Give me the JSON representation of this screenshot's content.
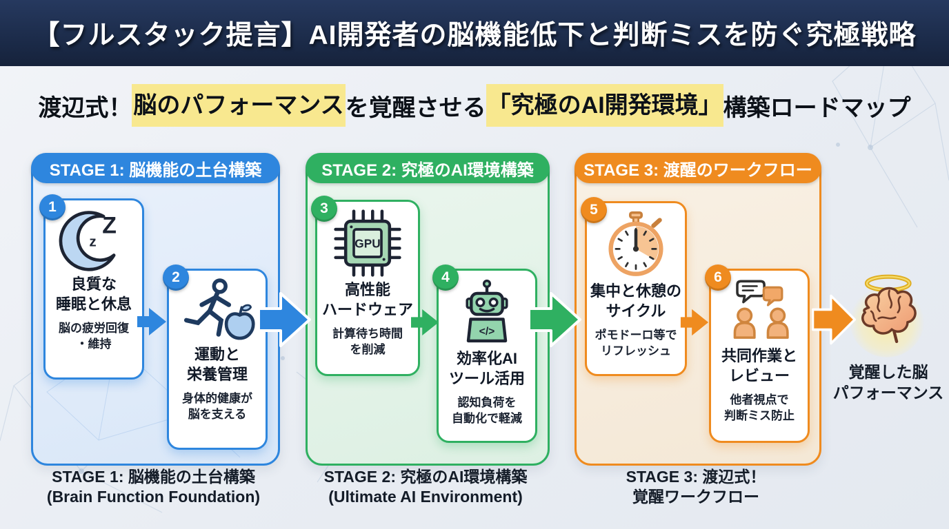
{
  "header": {
    "title": "【フルスタック提言】AI開発者の脳機能低下と判断ミスを防ぐ究極戦略"
  },
  "subtitle": {
    "prefix": "渡辺式！",
    "highlight1": "脳のパフォーマンス",
    "middle": "を覚醒させる",
    "highlight2": "「究極のAI開発環境」",
    "suffix": "構築ロードマップ"
  },
  "colors": {
    "header_bg": "#1a2946",
    "stage1_blue": "#2e86de",
    "stage2_green": "#2fb061",
    "stage3_orange": "#ef8b1f",
    "highlight_yellow": "#f8e88f"
  },
  "stages": [
    {
      "header": "STAGE 1: 脳機能の土台構築",
      "footer_line1": "STAGE 1: 脳機能の土台構築",
      "footer_line2": "(Brain Function Foundation)",
      "cards": [
        {
          "number": "1",
          "icon": "crescent-moon-sleep-icon",
          "zz_small": "z",
          "zz_large": "Z",
          "title_line1": "良質な",
          "title_line2": "睡眠と休息",
          "desc_line1": "脳の疲労回復",
          "desc_line2": "・維持"
        },
        {
          "number": "2",
          "icon": "runner-apple-icon",
          "title_line1": "運動と",
          "title_line2": "栄養管理",
          "desc_line1": "身体的健康が",
          "desc_line2": "脳を支える"
        }
      ]
    },
    {
      "header": "STAGE 2: 究極のAI環境構築",
      "footer_line1": "STAGE 2: 究極のAI環境構築",
      "footer_line2": "(Ultimate AI Environment)",
      "cards": [
        {
          "number": "3",
          "icon": "gpu-chip-icon",
          "chip_label": "GPU",
          "title_line1": "高性能",
          "title_line2": "ハードウェア",
          "desc_line1": "計算待ち時間",
          "desc_line2": "を削減"
        },
        {
          "number": "4",
          "icon": "ai-robot-icon",
          "chest_label": "</>",
          "title_line1": "効率化AI",
          "title_line2": "ツール活用",
          "desc_line1": "認知負荷を",
          "desc_line2": "自動化で軽減"
        }
      ]
    },
    {
      "header": "STAGE 3: 渡醒のワークフロー",
      "footer_line1": "STAGE 3: 渡辺式！",
      "footer_line2": "覚醒ワークフロー",
      "cards": [
        {
          "number": "5",
          "icon": "stopwatch-icon",
          "title_line1": "集中と休憩の",
          "title_line2": "サイクル",
          "desc_line1": "ポモドーロ等で",
          "desc_line2": "リフレッシュ"
        },
        {
          "number": "6",
          "icon": "collaboration-review-icon",
          "title_line1": "共同作業と",
          "title_line2": "レビュー",
          "desc_line1": "他者視点で",
          "desc_line2": "判断ミス防止"
        }
      ]
    }
  ],
  "result": {
    "icon": "awakened-brain-icon",
    "label_line1": "覚醒した脳",
    "label_line2": "パフォーマンス"
  }
}
